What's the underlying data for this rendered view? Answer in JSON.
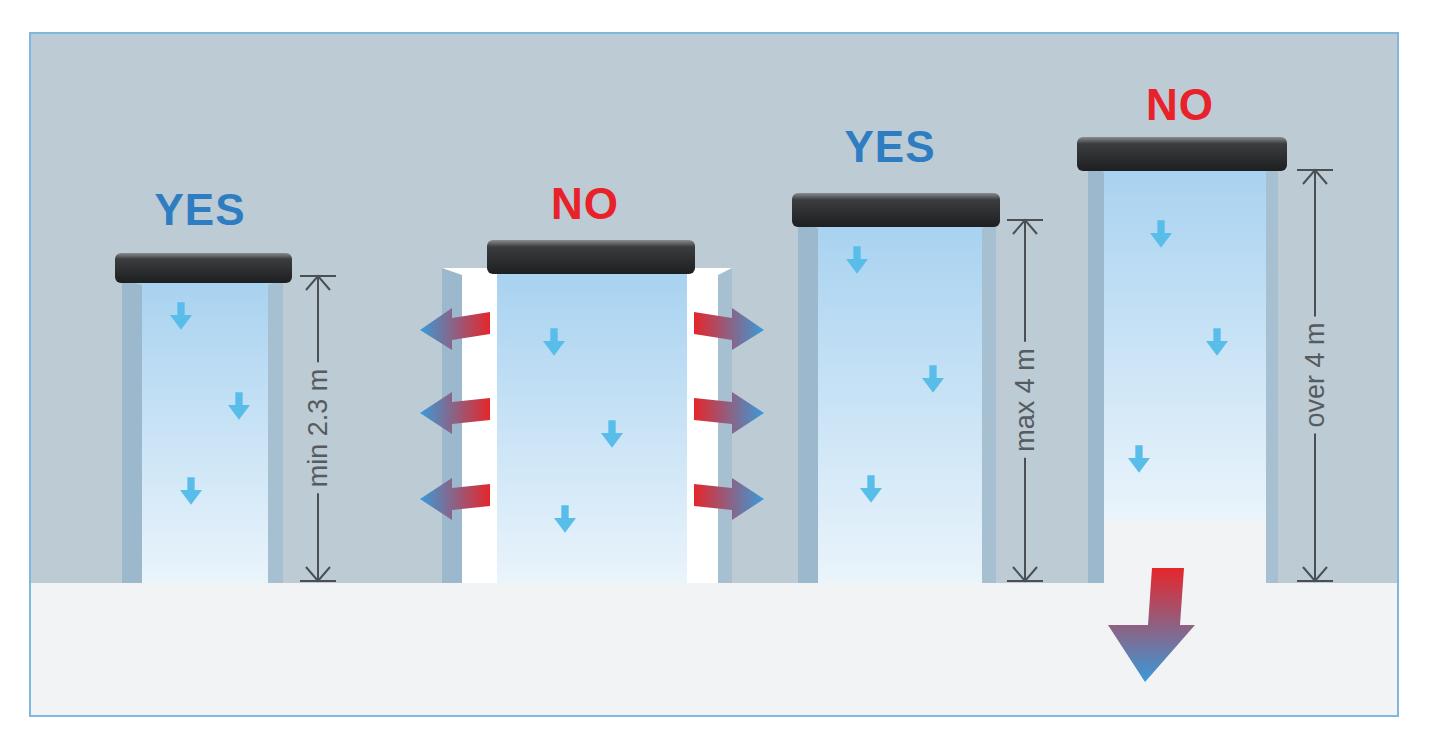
{
  "diagram": {
    "labels": [
      "YES",
      "NO",
      "YES",
      "NO",
      "min 2.3 m",
      "max 4 m",
      "over 4 m"
    ]
  }
}
